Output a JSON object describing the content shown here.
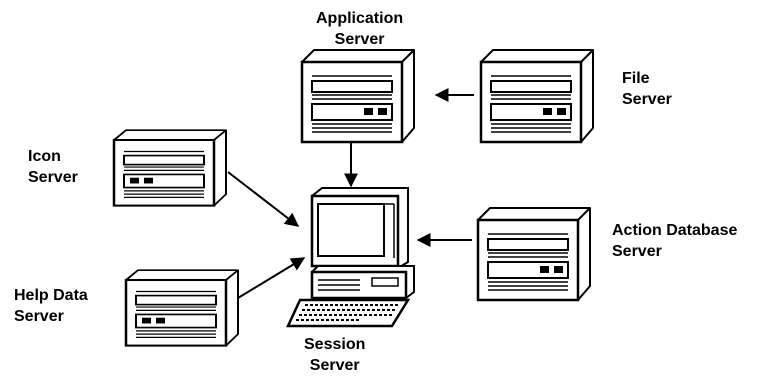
{
  "labels": {
    "application_server": [
      "Application",
      "Server"
    ],
    "file_server": [
      "File",
      "Server"
    ],
    "icon_server": [
      "Icon",
      "Server"
    ],
    "action_database_server": [
      "Action Database",
      "Server"
    ],
    "help_data_server": [
      "Help Data",
      "Server"
    ],
    "session_server": [
      "Session",
      "Server"
    ]
  },
  "colors": {
    "ink": "#000000",
    "panel": "#ffffff",
    "shade": "#e8e8e8"
  }
}
